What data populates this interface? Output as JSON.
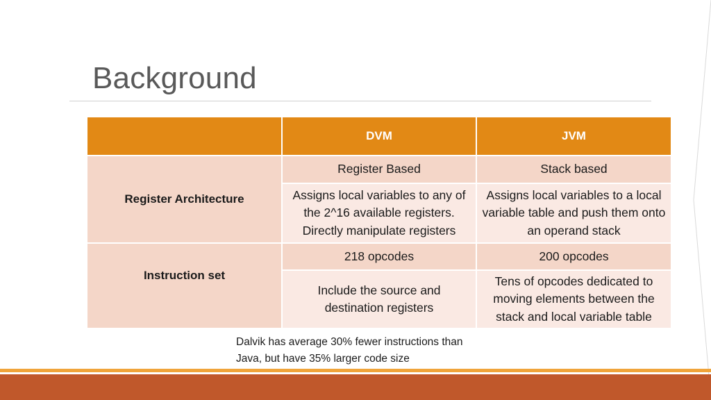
{
  "slide": {
    "title": "Background",
    "note_lines": [
      "Dalvik has average 30% fewer instructions than",
      "Java, but have 35% larger code size"
    ]
  },
  "colors": {
    "header": "#e28915",
    "cell_dark": "#f4d6c8",
    "cell_light": "#fae9e3",
    "footer": "#c0582b",
    "footer_accent": "#f0a43a"
  },
  "table": {
    "headers": [
      "",
      "DVM",
      "JVM"
    ],
    "groups": [
      {
        "label": "Register Architecture",
        "rows": [
          [
            "Register Based",
            "Stack based"
          ],
          [
            "Assigns local variables to any of the 2^16 available registers. Directly manipulate registers",
            "Assigns local variables to a local variable table and push them onto an operand stack"
          ]
        ]
      },
      {
        "label": "Instruction set",
        "rows": [
          [
            "218 opcodes",
            "200 opcodes"
          ],
          [
            "Include the source and destination registers",
            "Tens of opcodes dedicated to moving elements between the stack and local variable table"
          ]
        ]
      }
    ]
  }
}
